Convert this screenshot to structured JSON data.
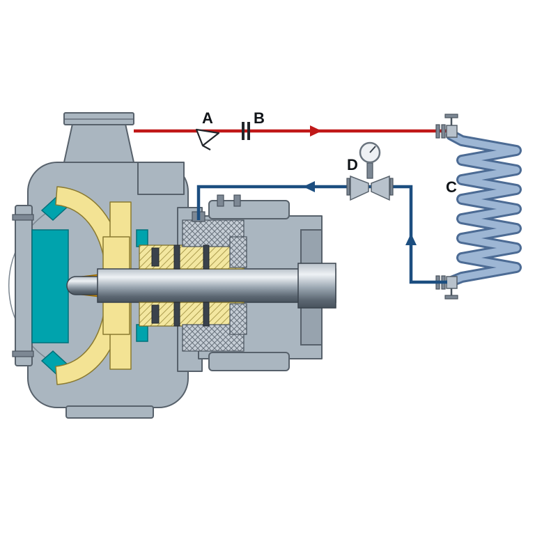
{
  "figure": {
    "labels": {
      "a": "A",
      "b": "B",
      "c": "C",
      "d": "D"
    }
  },
  "colors": {
    "bg": "#ffffff",
    "line_red": "#c01818",
    "line_blue": "#1c4e80",
    "coil_light": "#9db6d4",
    "coil_dark": "#4c6b94",
    "casing": "#aab6c0",
    "casing_deep": "#97a3ae",
    "casing_dark": "#57616b",
    "fitting_gray": "#b8c2cc",
    "impeller_yellow": "#f3e394",
    "yellow_dark": "#8a7a30",
    "hub_orange": "#f2a40a",
    "orange_dark": "#9a6a00",
    "volute_teal": "#00a3ad",
    "teal_dark": "#00707a"
  }
}
